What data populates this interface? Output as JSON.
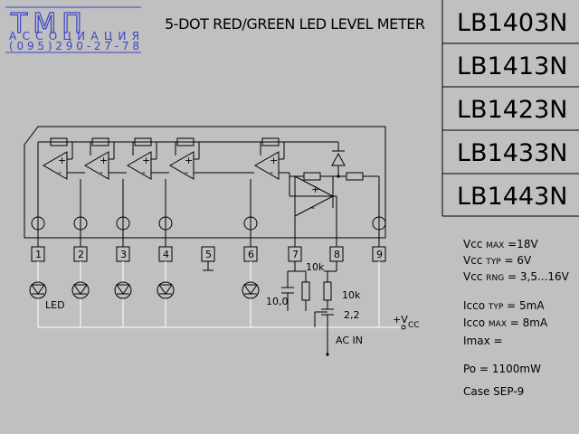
{
  "title": "5-DOT RED/GREEN LED LEVEL METER",
  "logo": {
    "big": "ТМП",
    "line1": "АССОЦИАЦИЯ",
    "line2": "(095)290-27-78"
  },
  "part_numbers": [
    "LB1403N",
    "LB1413N",
    "LB1423N",
    "LB1433N",
    "LB1443N"
  ],
  "pins": [
    "1",
    "2",
    "3",
    "4",
    "5",
    "6",
    "7",
    "8",
    "9"
  ],
  "labels": {
    "led": "LED",
    "cap_10": "10,0",
    "res_10k_a": "10k",
    "res_10k_b": "10k",
    "cap_2_2": "2,2",
    "ac_in": "AC IN",
    "vcc_node": "+V",
    "vcc_sub": "CC"
  },
  "specs": [
    {
      "pre": "Vcc ",
      "sub": "MAX",
      "post": " =18V"
    },
    {
      "pre": "Vcc ",
      "sub": "TYP",
      "post": " = 6V"
    },
    {
      "pre": "Vcc ",
      "sub": "RNG",
      "post": " = 3,5...16V"
    },
    {
      "pre": "Icco ",
      "sub": "TYP",
      "post": " = 5mA"
    },
    {
      "pre": "Icco ",
      "sub": "MAX",
      "post": " = 8mA"
    },
    {
      "pre": "Imax =",
      "sub": "",
      "post": ""
    },
    {
      "pre": "Po  = 1100mW",
      "sub": "",
      "post": ""
    },
    {
      "pre": "Case SEP-9",
      "sub": "",
      "post": ""
    }
  ],
  "colors": {
    "background": "#c0c0c0",
    "ink": "#000000",
    "logo": "#3c44c8"
  }
}
